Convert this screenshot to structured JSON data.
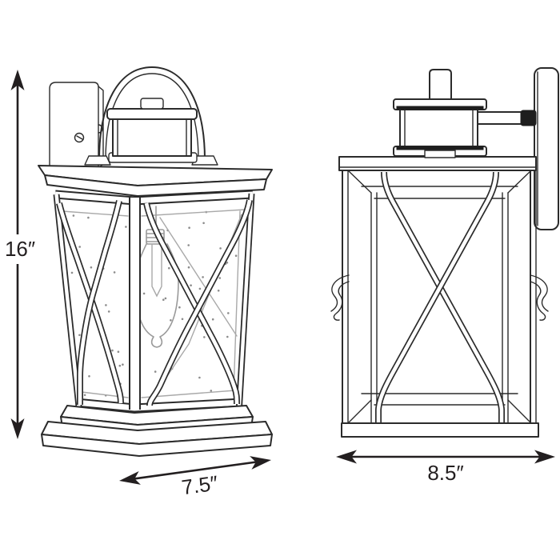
{
  "diagram": {
    "subject": "outdoor-wall-lantern-dimension-drawing",
    "views": {
      "left": "three-quarter-perspective-view",
      "right": "side-profile-view"
    },
    "dimensions": {
      "height_label": "16″",
      "front_width_label": "7.5″",
      "side_width_label": "8.5″"
    },
    "colors": {
      "background": "#ffffff",
      "line": "#2b2b2b",
      "secondary_line": "#a9a9a9",
      "text": "#231f20",
      "dark_fill": "#1e1e1e"
    }
  }
}
